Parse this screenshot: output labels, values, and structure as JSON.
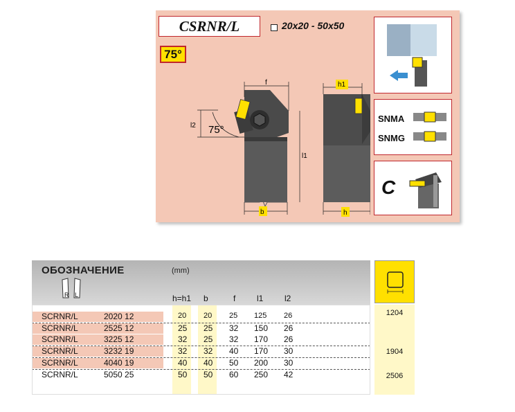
{
  "header": {
    "code": "CSRNR/L",
    "sizes": "20x20 - 50x50",
    "angle_badge": "75°",
    "drawing_angle": "75°",
    "dim_f": "f",
    "dim_l2": "l2",
    "dim_l1": "l1",
    "dim_b": "b",
    "dim_h1": "h1",
    "dim_h": "h"
  },
  "inserts": {
    "snma": "SNMA",
    "snmg": "SNMG",
    "clamp": "C"
  },
  "table": {
    "title": "ОБОЗНАЧЕНИЕ",
    "unit": "(mm)",
    "hand_r": "R",
    "hand_l": "L",
    "columns": [
      "h=h1",
      "b",
      "f",
      "l1",
      "l2"
    ],
    "rows": [
      {
        "code": "SCRNR/L",
        "size": "2020 12",
        "h": "20",
        "b": "20",
        "f": "25",
        "l1": "125",
        "l2": "26"
      },
      {
        "code": "SCRNR/L",
        "size": "2525 12",
        "h": "25",
        "b": "25",
        "f": "32",
        "l1": "150",
        "l2": "26"
      },
      {
        "code": "SCRNR/L",
        "size": "3225 12",
        "h": "32",
        "b": "25",
        "f": "32",
        "l1": "170",
        "l2": "26"
      },
      {
        "code": "SCRNR/L",
        "size": "3232 19",
        "h": "32",
        "b": "32",
        "f": "40",
        "l1": "170",
        "l2": "30"
      },
      {
        "code": "SCRNR/L",
        "size": "4040 19",
        "h": "40",
        "b": "40",
        "f": "50",
        "l1": "200",
        "l2": "30"
      },
      {
        "code": "SCRNR/L",
        "size": "5050 25",
        "h": "50",
        "b": "50",
        "f": "60",
        "l1": "250",
        "l2": "42"
      }
    ],
    "insert_codes": [
      "1204",
      "1904",
      "2506"
    ]
  },
  "colors": {
    "panel": "#f4c8b6",
    "accent_red": "#c0262c",
    "insert_yellow": "#ffe000",
    "highlight": "#fff8c8"
  }
}
